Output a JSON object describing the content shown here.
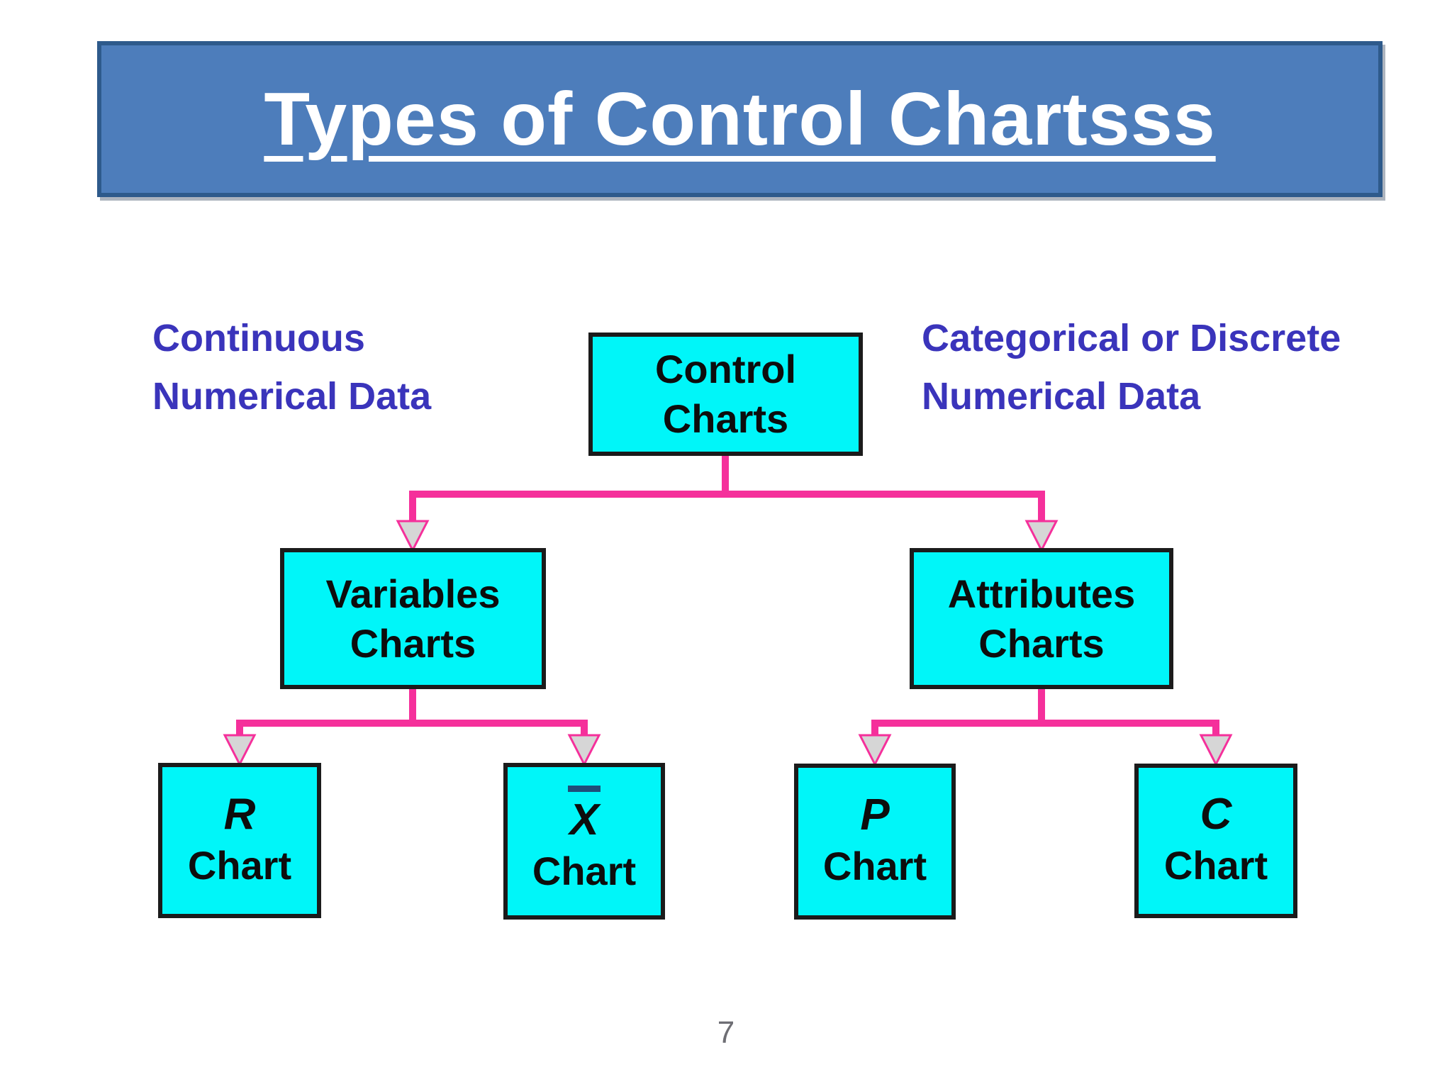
{
  "title_banner": {
    "title": "Types of Control Chartsss"
  },
  "labels": {
    "left": {
      "line1": "Continuous",
      "line2": "Numerical Data"
    },
    "right": {
      "line1": "Categorical or Discrete",
      "line2": "Numerical Data"
    }
  },
  "diagram": {
    "nodes": {
      "control": {
        "line1": "Control",
        "line2": "Charts"
      },
      "variables": {
        "line1": "Variables",
        "line2": "Charts"
      },
      "attributes": {
        "line1": "Attributes",
        "line2": "Charts"
      },
      "r_chart": {
        "symbol": "R",
        "label": "Chart",
        "overline": false
      },
      "xbar_chart": {
        "symbol": "X",
        "label": "Chart",
        "overline": true
      },
      "p_chart": {
        "symbol": "P",
        "label": "Chart",
        "overline": false
      },
      "c_chart": {
        "symbol": "C",
        "label": "Chart",
        "overline": false
      }
    },
    "edges": [
      {
        "from": "control",
        "to": "variables"
      },
      {
        "from": "control",
        "to": "attributes"
      },
      {
        "from": "variables",
        "to": "r_chart"
      },
      {
        "from": "variables",
        "to": "xbar_chart"
      },
      {
        "from": "attributes",
        "to": "p_chart"
      },
      {
        "from": "attributes",
        "to": "c_chart"
      }
    ]
  },
  "page": {
    "number": "7"
  },
  "colors": {
    "banner_fill": "#4d7dbb",
    "banner_border": "#2e5a8b",
    "title_text": "#ffffff",
    "label_blue": "#3a34bb",
    "node_fill": "#00f6f9",
    "node_border": "#1b1b1b",
    "connector_pink": "#f5309b",
    "arrow_gray": "#d6d6d6",
    "xbar_overline": "#1f4e79",
    "page_gray": "#6e6e74"
  }
}
